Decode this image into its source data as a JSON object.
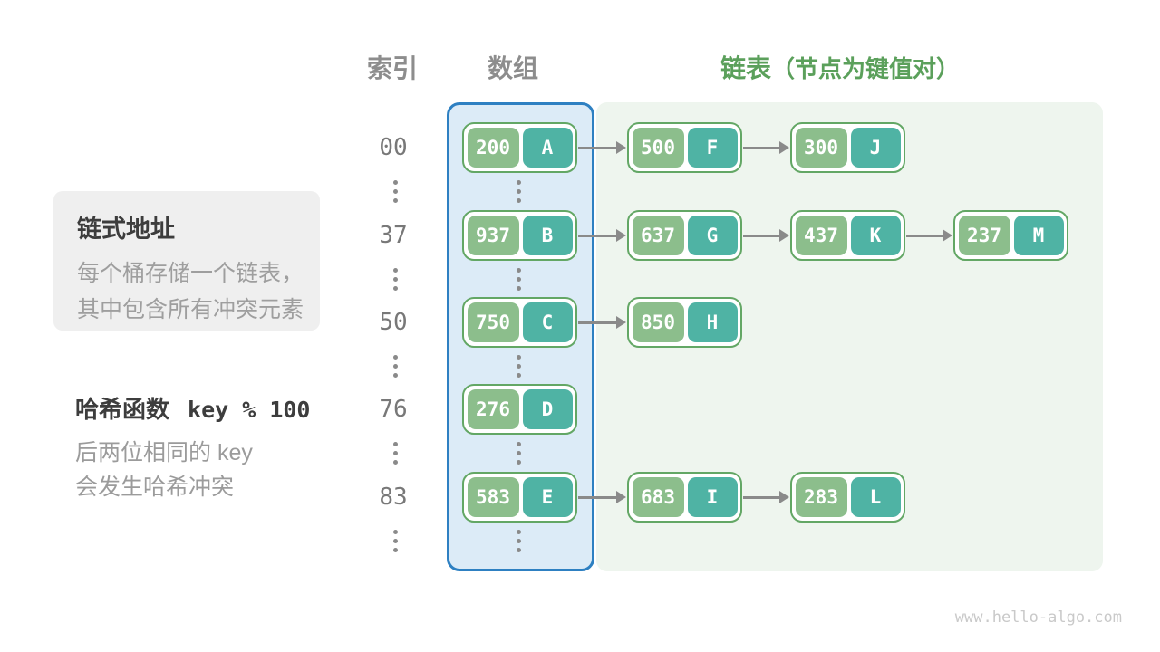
{
  "headers": {
    "index": "索引",
    "array": "数组",
    "list": "链表",
    "list_note": "（节点为键值对）"
  },
  "callout": {
    "title": "链式地址",
    "lines": [
      "每个桶存储一个链表，",
      "其中包含所有冲突元素"
    ]
  },
  "hash_note": {
    "label": "哈希函数",
    "code": "key % 100",
    "lines": [
      "后两位相同的 key",
      "会发生哈希冲突"
    ]
  },
  "watermark": "www.hello-algo.com",
  "colors": {
    "accent_green": "#5ba05b",
    "node_border": "#63a765",
    "key_cell_green": "#8cbe8c",
    "value_cell_teal": "#4fb3a4",
    "array_border_blue": "#2e80c2",
    "array_fill_blue": "#dcebf7",
    "list_fill_green": "#eef5ee",
    "arrow_gray": "#8a8a8a",
    "header_gray": "#8d8d8d",
    "index_gray": "#787878",
    "callout_bg": "#efefef",
    "title_dark": "#3d3d3d",
    "body_gray": "#9e9e9e",
    "watermark_gray": "#c9c9c9"
  },
  "diagram": {
    "rows": [
      {
        "index": "00",
        "chain": [
          {
            "key": "200",
            "value": "A"
          },
          {
            "key": "500",
            "value": "F"
          },
          {
            "key": "300",
            "value": "J"
          }
        ]
      },
      {
        "index": "37",
        "chain": [
          {
            "key": "937",
            "value": "B"
          },
          {
            "key": "637",
            "value": "G"
          },
          {
            "key": "437",
            "value": "K"
          },
          {
            "key": "237",
            "value": "M"
          }
        ]
      },
      {
        "index": "50",
        "chain": [
          {
            "key": "750",
            "value": "C"
          },
          {
            "key": "850",
            "value": "H"
          }
        ]
      },
      {
        "index": "76",
        "chain": [
          {
            "key": "276",
            "value": "D"
          }
        ]
      },
      {
        "index": "83",
        "chain": [
          {
            "key": "583",
            "value": "E"
          },
          {
            "key": "683",
            "value": "I"
          },
          {
            "key": "283",
            "value": "L"
          }
        ]
      }
    ]
  }
}
